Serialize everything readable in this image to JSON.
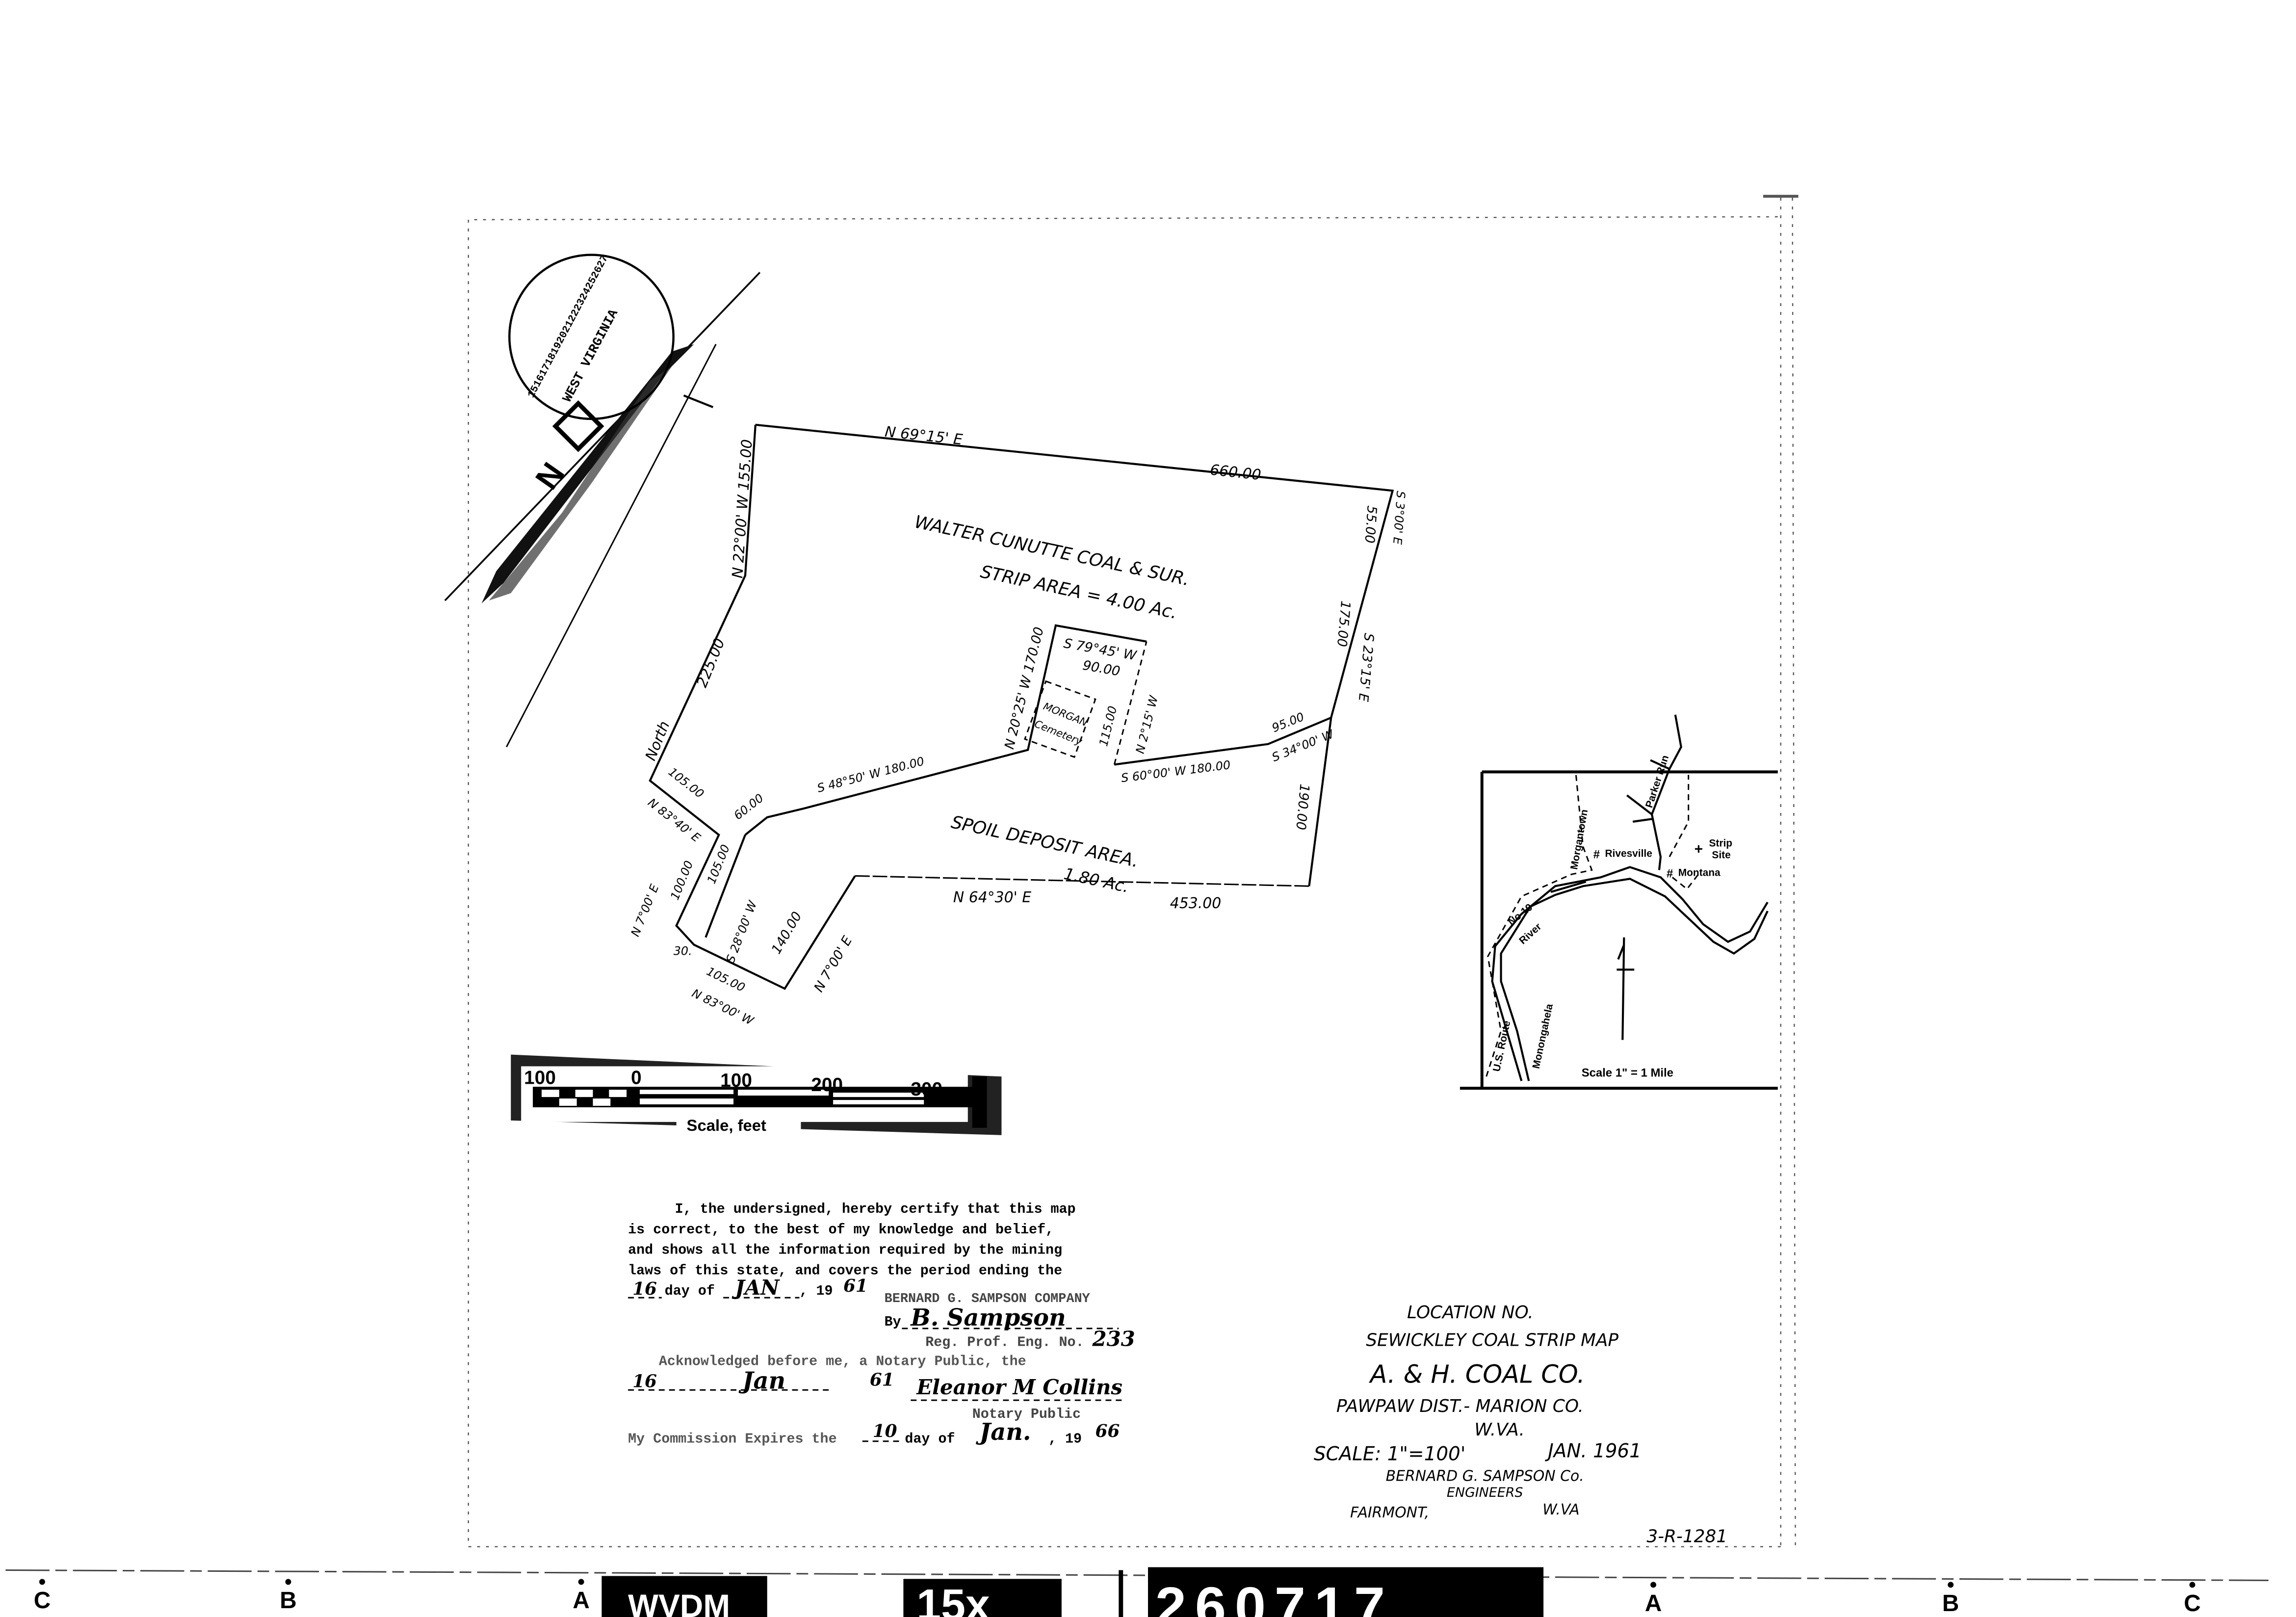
{
  "map": {
    "boundary_labels": {
      "north_bearing": "N 69°15' E",
      "north_distance": "660.00",
      "west_top": "N 22°00' W 155.00",
      "east_top_dist": "55.00",
      "east_top_bearing": "S 3°00' E",
      "west_mid": "225.00",
      "north_word": "North",
      "notch_top_bearing": "S 79°45' W",
      "notch_top_dist": "90.00",
      "notch_left": "N 20°25' W 170.00",
      "notch_right_dist": "115.00",
      "notch_right_bearing": "N 2°15' W",
      "east_mid_dist": "175.00",
      "east_mid_bearing": "S 23°15' E",
      "jog_dist": "95.00",
      "jog_bearing": "S 34°00' W",
      "south_inner": "S 60°00' W 180.00",
      "spoil_north": "S 48°50' W 180.00",
      "small_dist": "60.00",
      "small_bearing": "S 28°00' W",
      "left_a_dist": "105.00",
      "left_a_bearing": "N 83°40' E",
      "left_b_bearing": "N 7°00' E",
      "left_b_dist": "100.00",
      "left_c_dist": "105.00",
      "left_d": "30.",
      "bottom_a_dist": "105.00",
      "bottom_a_bearing": "N 83°00' W",
      "bottom_b_dist": "140.00",
      "bottom_b_bearing": "N 7°00' E",
      "south_bearing": "N 64°30' E",
      "south_distance": "453.00",
      "east_low": "190.00"
    },
    "strip_area_owner": "WALTER CUNUTTE COAL & SUR.",
    "strip_area": "STRIP AREA = 4.00 Ac.",
    "cemetery_line1": "MORGAN",
    "cemetery_line2": "Cemetery",
    "spoil_area": "SPOIL DEPOSIT AREA.",
    "spoil_acres": "1.80 Ac."
  },
  "stamp": {
    "state": "WEST VIRGINIA",
    "numbers": "15161718192021222324252627",
    "north_letter": "N"
  },
  "scale_bar": {
    "ticks": [
      "100",
      "0",
      "100",
      "200",
      "300"
    ],
    "label": "Scale, feet"
  },
  "inset": {
    "town1": "Rivesville",
    "town2": "Montana",
    "site_line1": "Strip",
    "site_line2": "Site",
    "road_to": "Morgantown",
    "creek": "Parker Run",
    "route_no": "No 19",
    "route": "U.S. Route",
    "river1": "River",
    "river2": "Monongahela",
    "scale": "Scale 1\" = 1 Mile"
  },
  "certificate": {
    "line1": "I, the undersigned, hereby certify that this map",
    "line2": "is correct, to the best of my knowledge and belief,",
    "line3": "and shows all the information required by the mining",
    "line4": "laws of this state, and covers the period ending the",
    "day": "16",
    "day_of": "day of",
    "month": "JAN",
    "year_prefix": ", 19",
    "year": "61",
    "company": "BERNARD G. SAMPSON COMPANY",
    "by": "By",
    "signature": "B. Sampson",
    "reg_label": "Reg. Prof. Eng. No.",
    "reg_no": "233",
    "ack": "Acknowledged before me, a Notary Public, the",
    "ack_day": "16",
    "ack_month": "Jan",
    "ack_year": "61",
    "notary_signature": "Eleanor M Collins",
    "notary_label": "Notary Public",
    "expires": "My Commission Expires the",
    "exp_day": "10",
    "exp_month": "Jan.",
    "exp_year_prefix": ", 19",
    "exp_year": "66"
  },
  "title_block": {
    "location": "LOCATION NO.",
    "map_title": "SEWICKLEY COAL STRIP MAP",
    "company": "A. & H. COAL CO.",
    "district": "PAWPAW DIST.- MARION CO.",
    "state": "W.VA.",
    "scale": "SCALE: 1\"=100'",
    "date": "JAN. 1961",
    "engineer": "BERNARD G. SAMPSON Co.",
    "engineer_role": "ENGINEERS",
    "city": "FAIRMONT,",
    "city_state": "W.VA",
    "ref_no": "3-R-1281"
  },
  "film_strip": {
    "left_markers": [
      "C",
      "B",
      "A"
    ],
    "right_markers": [
      "A",
      "B",
      "C"
    ],
    "label": "WVDM",
    "reduction": "15x",
    "roll": "260717"
  }
}
